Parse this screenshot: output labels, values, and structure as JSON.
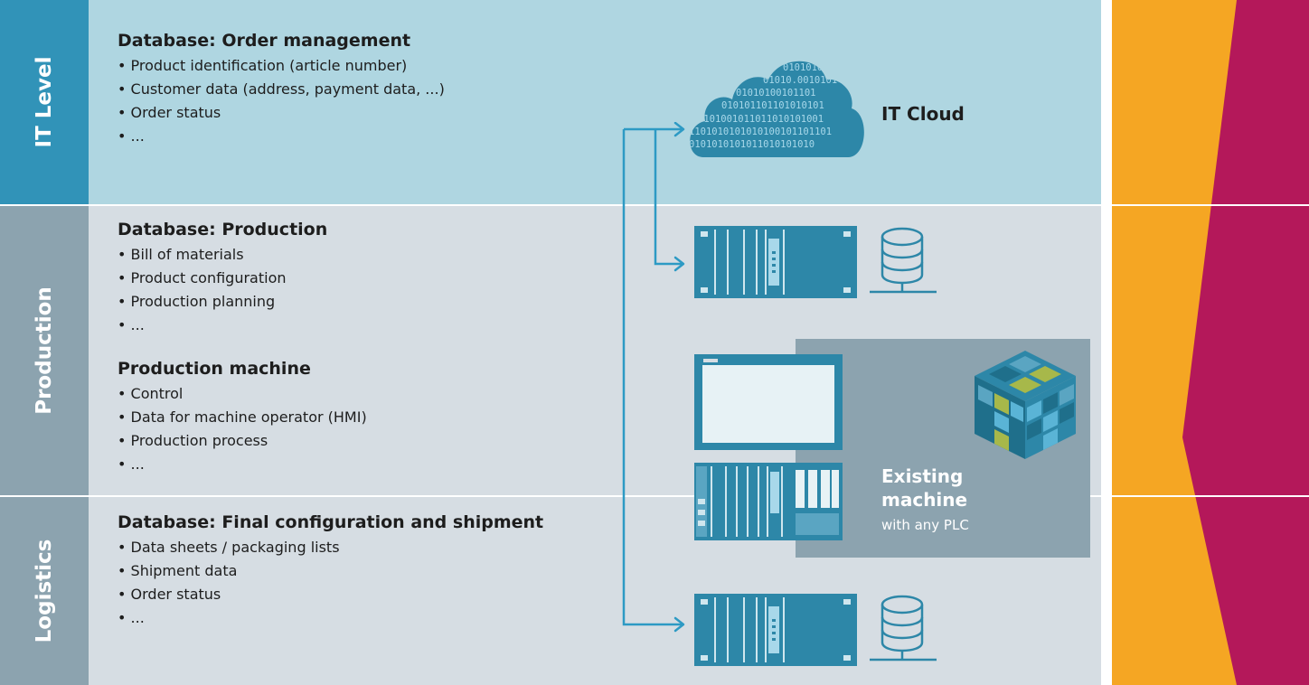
{
  "levels": {
    "it": "IT Level",
    "production": "Production",
    "logistics": "Logistics"
  },
  "sections": {
    "order_management": {
      "title": "Database: Order management",
      "items": [
        "Product identification (article number)",
        "Customer data (address, payment data, ...)",
        "Order status",
        "..."
      ]
    },
    "production_db": {
      "title": "Database: Production",
      "items": [
        "Bill of materials",
        "Product configuration",
        "Production planning",
        "..."
      ]
    },
    "production_machine": {
      "title": "Production machine",
      "items": [
        "Control",
        "Data for machine operator (HMI)",
        "Production process",
        "..."
      ]
    },
    "shipment": {
      "title": "Database: Final configuration and shipment",
      "items": [
        "Data sheets / packaging lists",
        "Shipment data",
        "Order status",
        "..."
      ]
    }
  },
  "cloud": {
    "label": "IT Cloud",
    "binary_lines": [
      "0101010",
      "01010.0010101",
      "01010100101101",
      "010101101101010101",
      "0101001011011010101001",
      "1101010101010100101101101",
      "0101010101011010101010"
    ]
  },
  "machine": {
    "title_line1": "Existing",
    "title_line2": "machine",
    "subtitle": "with any PLC"
  },
  "colors": {
    "it_band": "#afd6e1",
    "it_sidebar": "#3193b8",
    "band": "#d6dde3",
    "sidebar": "#8ca3af",
    "device": "#2d87a8",
    "connector": "#2d9ac4",
    "deco_yellow": "#f5a623",
    "deco_magenta": "#b4185a"
  },
  "icons": [
    "cloud-icon",
    "server-icon",
    "database-icon",
    "hmi-panel-icon",
    "plc-icon",
    "cube-icon",
    "arrow-icon"
  ]
}
